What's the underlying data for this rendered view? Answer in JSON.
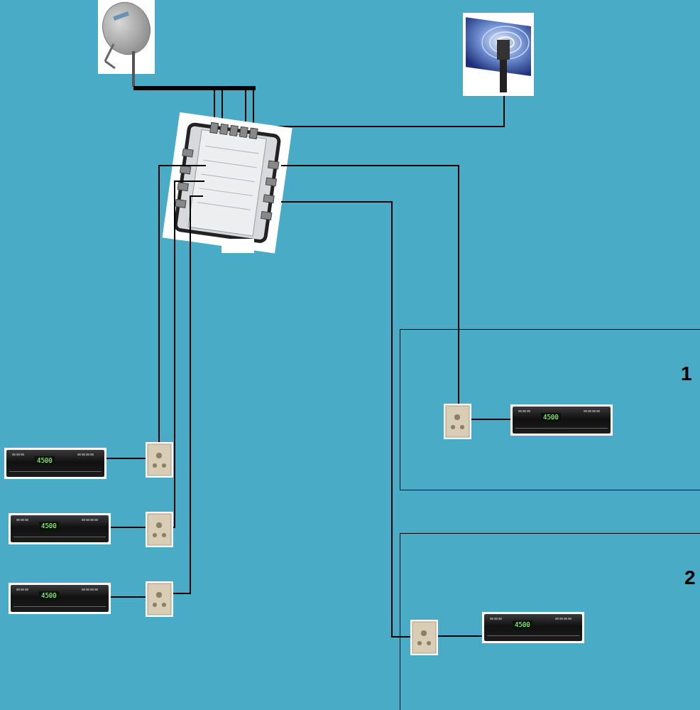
{
  "diagram": {
    "nodes": [
      {
        "text": [
          "1"
        ]
      },
      {
        "text": [
          "4500"
        ],
        "in": 0
      },
      {
        "text": [
          "4500"
        ]
      },
      {
        "text": [
          "4500"
        ]
      },
      {
        "text": [
          "2"
        ]
      },
      {
        "text": [
          "4500"
        ]
      },
      {
        "text": [
          "4500"
        ],
        "in": 4
      }
    ]
  }
}
